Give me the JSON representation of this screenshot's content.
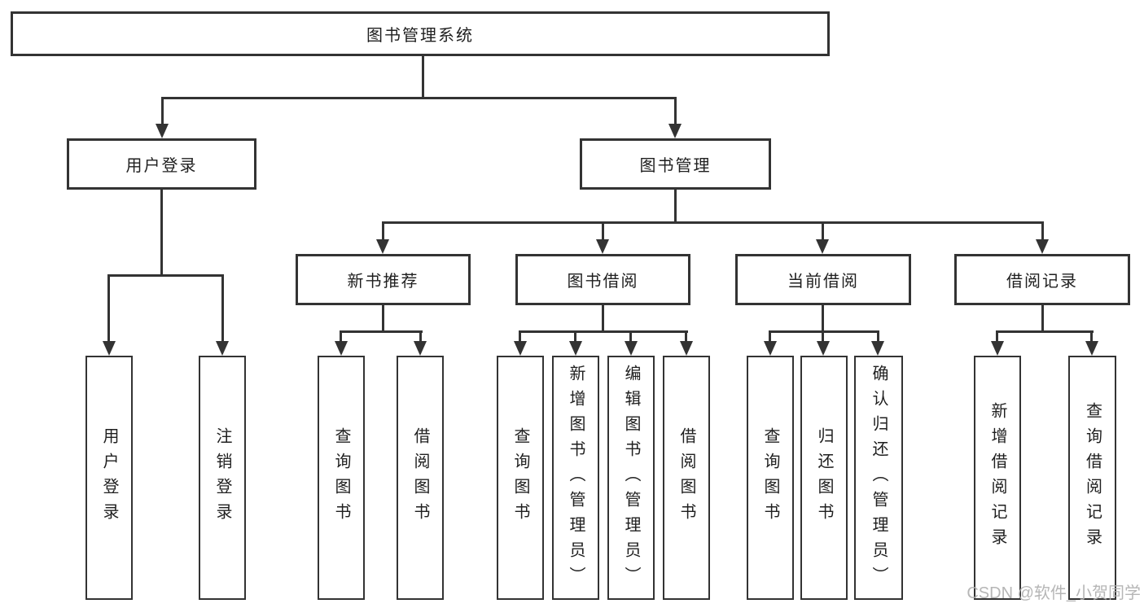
{
  "diagram": {
    "root": {
      "label": "图书管理系统"
    },
    "user_login": {
      "label": "用户登录",
      "children": [
        {
          "label": "用户登录"
        },
        {
          "label": "注销登录"
        }
      ]
    },
    "book_mgmt": {
      "label": "图书管理",
      "sections": [
        {
          "label": "新书推荐",
          "children": [
            {
              "label": "查询图书"
            },
            {
              "label": "借阅图书"
            }
          ]
        },
        {
          "label": "图书借阅",
          "children": [
            {
              "label": "查询图书"
            },
            {
              "label": "新增图书（管理员）"
            },
            {
              "label": "编辑图书（管理员）"
            },
            {
              "label": "借阅图书"
            }
          ]
        },
        {
          "label": "当前借阅",
          "children": [
            {
              "label": "查询图书"
            },
            {
              "label": "归还图书"
            },
            {
              "label": "确认归还（管理员）"
            }
          ]
        },
        {
          "label": "借阅记录",
          "children": [
            {
              "label": "新增借阅记录"
            },
            {
              "label": "查询借阅记录"
            }
          ]
        }
      ]
    }
  },
  "watermark": {
    "text": "CSDN @软件_小贺同学"
  },
  "colors": {
    "line": "#333333",
    "box_border": "#333333",
    "box_fill": "#ffffff",
    "text": "#1f1f1f",
    "background": "#ffffff",
    "watermark": "#b0b0b0"
  }
}
